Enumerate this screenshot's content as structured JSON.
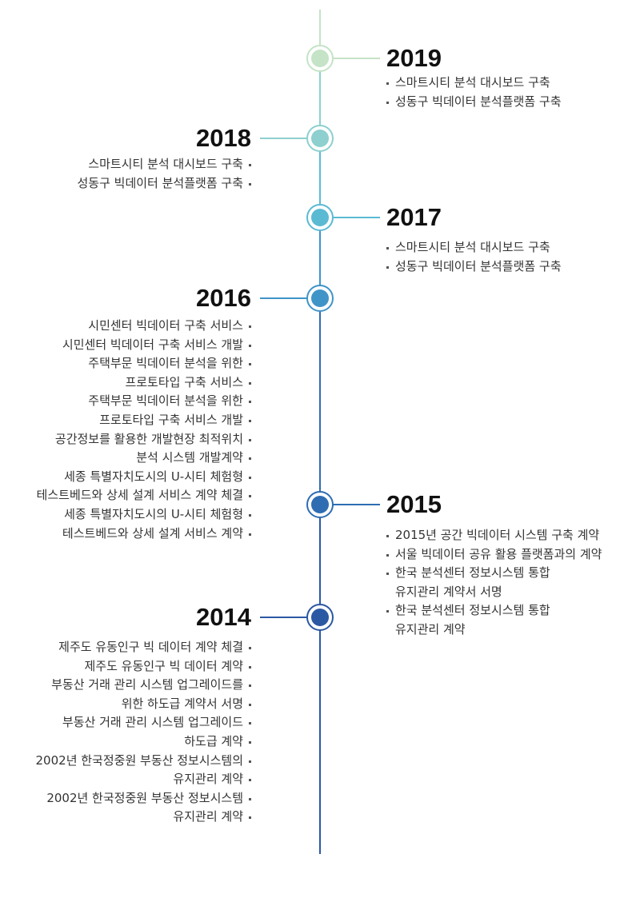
{
  "timeline": [
    {
      "year": "2019",
      "side": "right",
      "color": "#c5e3c6",
      "items": [
        [
          "스마트시티 분석 대시보드 구축"
        ],
        [
          "성동구 빅데이터 분석플랫폼 구축"
        ]
      ]
    },
    {
      "year": "2018",
      "side": "left",
      "color": "#8ecfcf",
      "items": [
        [
          "스마트시티 분석 대시보드 구축"
        ],
        [
          "성동구 빅데이터 분석플랫폼 구축"
        ]
      ]
    },
    {
      "year": "2017",
      "side": "right",
      "color": "#5bbad3",
      "items": [
        [
          "스마트시티 분석 대시보드 구축"
        ],
        [
          "성동구 빅데이터 분석플랫폼 구축"
        ]
      ]
    },
    {
      "year": "2016",
      "side": "left",
      "color": "#3f95c8",
      "items": [
        [
          "시민센터 빅데이터 구축 서비스"
        ],
        [
          "시민센터 빅데이터 구축 서비스 개발"
        ],
        [
          "주택부문 빅데이터 분석을 위한"
        ],
        [
          "프로토타입 구축 서비스"
        ],
        [
          "주택부문 빅데이터 분석을 위한"
        ],
        [
          "프로토타입 구축 서비스 개발"
        ],
        [
          "공간정보를 활용한 개발현장 최적위치"
        ],
        [
          "분석 시스템 개발계약"
        ],
        [
          "세종 특별자치도시의 U-시티 체험형"
        ],
        [
          "테스트베드와 상세 설계 서비스 계약 체결"
        ],
        [
          "세종 특별자치도시의 U-시티 체험형"
        ],
        [
          "테스트베드와 상세 설계 서비스 계약"
        ]
      ]
    },
    {
      "year": "2015",
      "side": "right",
      "color": "#2e6db2",
      "items": [
        [
          "2015년 공간 빅데이터 시스템 구축 계약"
        ],
        [
          "서울 빅데이터 공유 활용 플랫폼과의 계약"
        ],
        [
          "한국 분석센터 정보시스템 통합",
          "유지관리 계약서 서명"
        ],
        [
          "한국 분석센터 정보시스템 통합",
          "유지관리 계약"
        ]
      ]
    },
    {
      "year": "2014",
      "side": "left",
      "color": "#2b58a3",
      "items": [
        [
          "제주도 유동인구 빅 데이터 계약 체결"
        ],
        [
          "제주도 유동인구 빅 데이터 계약"
        ],
        [
          "부동산 거래 관리 시스템 업그레이드를"
        ],
        [
          "위한 하도급 계약서 서명"
        ],
        [
          "부동산 거래 관리 시스템 업그레이드"
        ],
        [
          "하도급 계약"
        ],
        [
          "2002년 한국정중원 부동산 정보시스템의"
        ],
        [
          "유지관리 계약"
        ],
        [
          "2002년 한국정중원 부동산 정보시스템"
        ],
        [
          "유지관리 계약"
        ]
      ]
    }
  ]
}
